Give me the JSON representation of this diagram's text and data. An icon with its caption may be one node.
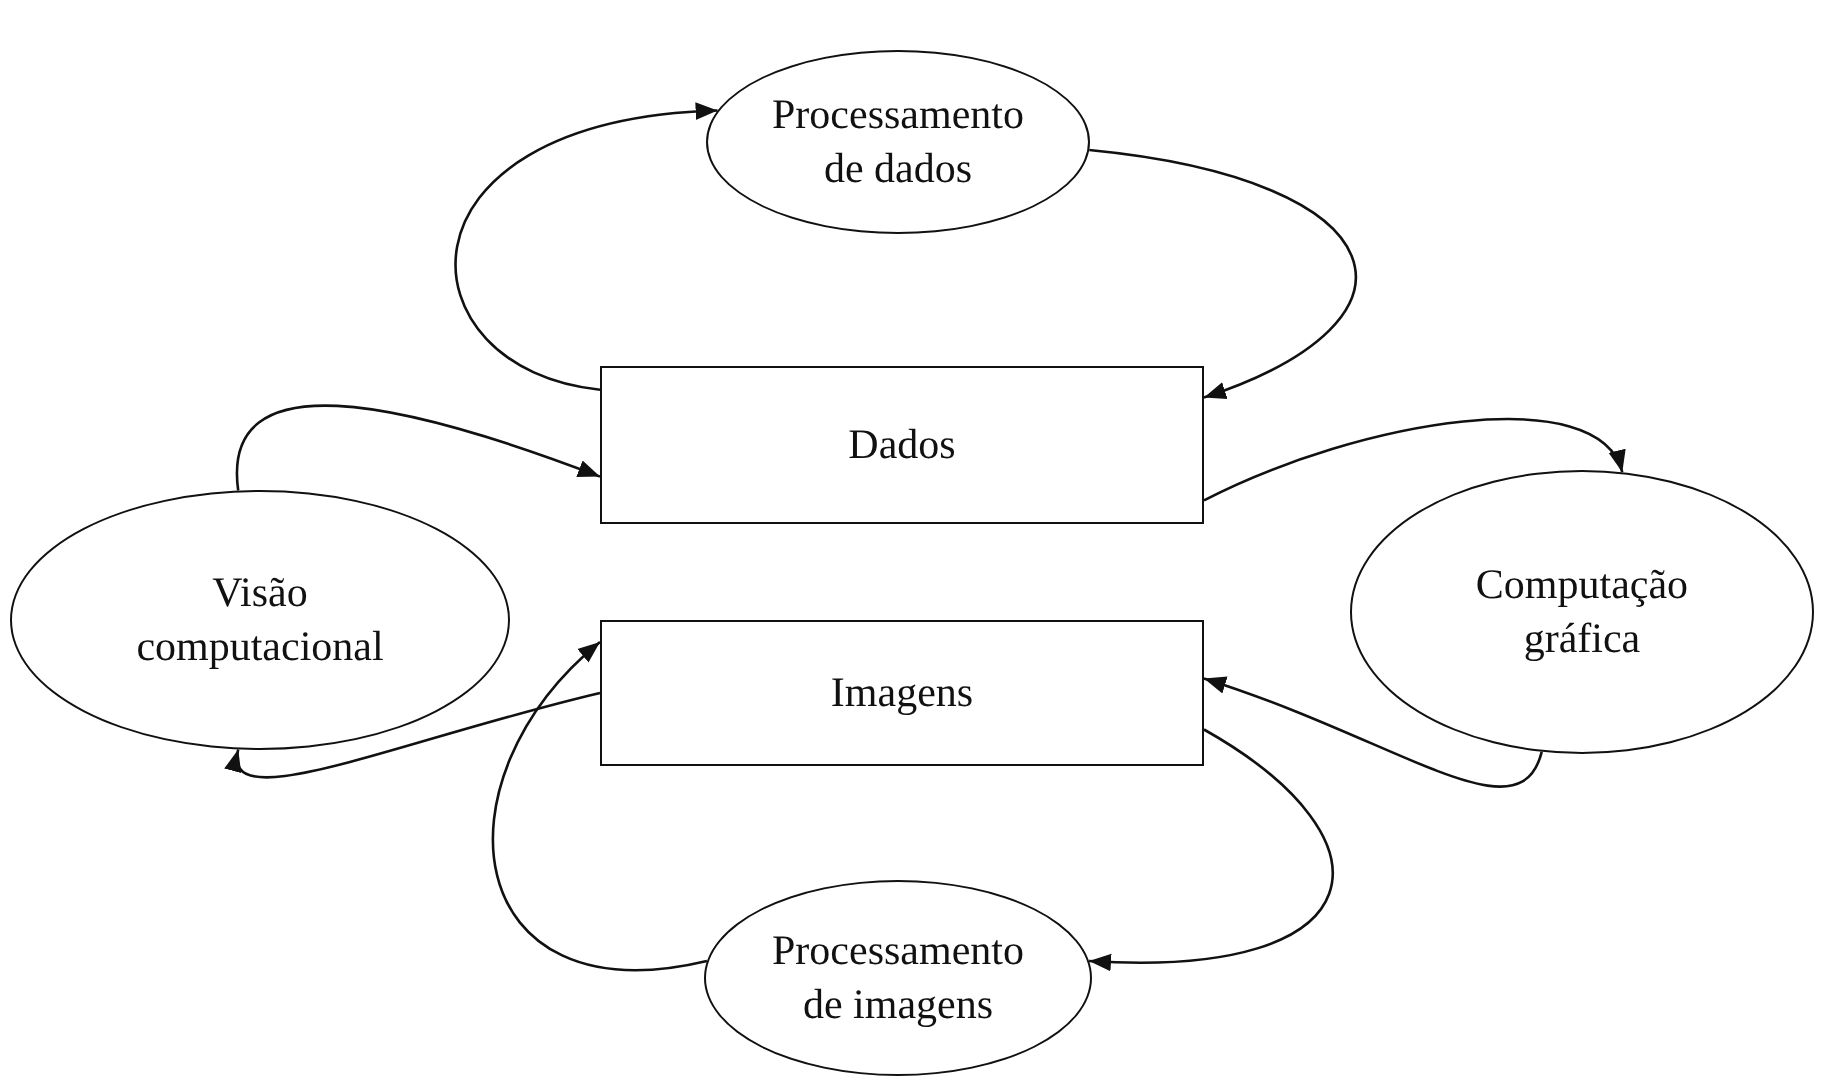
{
  "diagram": {
    "nodes": [
      {
        "text": [
          "Processamento de dados"
        ]
      },
      {
        "text": [
          "Dados"
        ]
      },
      {
        "text": [
          "Visão computacional"
        ]
      },
      {
        "text": [
          "Computação gráfica"
        ]
      },
      {
        "text": [
          "Imagens"
        ]
      },
      {
        "text": [
          "Processamento de imagens"
        ]
      }
    ],
    "edges": [
      {
        "from": 1,
        "to": 0,
        "arrow": "to"
      },
      {
        "from": 0,
        "to": 1,
        "arrow": "to"
      },
      {
        "from": 1,
        "to": 3,
        "arrow": "to"
      },
      {
        "from": 3,
        "to": 4,
        "arrow": "to"
      },
      {
        "from": 4,
        "to": 5,
        "arrow": "to"
      },
      {
        "from": 5,
        "to": 4,
        "arrow": "to"
      },
      {
        "from": 4,
        "to": 2,
        "arrow": "to"
      },
      {
        "from": 2,
        "to": 1,
        "arrow": "to"
      }
    ]
  }
}
